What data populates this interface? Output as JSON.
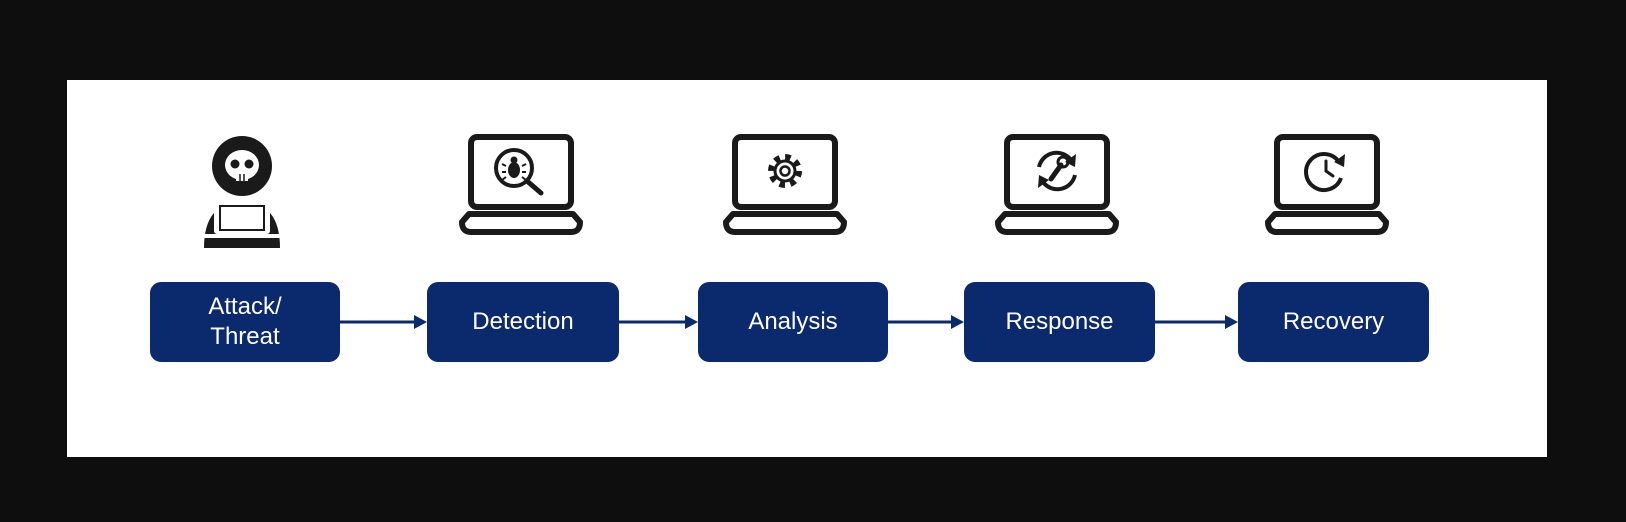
{
  "colors": {
    "background": "#0e0e0e",
    "panel": "#ffffff",
    "box_fill": "#0b2a6e",
    "box_text": "#ffffff",
    "arrow": "#0b2a6e",
    "icon_stroke": "#1a1a1a"
  },
  "steps": [
    {
      "label": "Attack/\nThreat",
      "icon": "hacker-laptop-icon"
    },
    {
      "label": "Detection",
      "icon": "laptop-bug-search-icon"
    },
    {
      "label": "Analysis",
      "icon": "laptop-gear-icon"
    },
    {
      "label": "Response",
      "icon": "laptop-wrench-refresh-icon"
    },
    {
      "label": "Recovery",
      "icon": "laptop-clock-refresh-icon"
    }
  ]
}
